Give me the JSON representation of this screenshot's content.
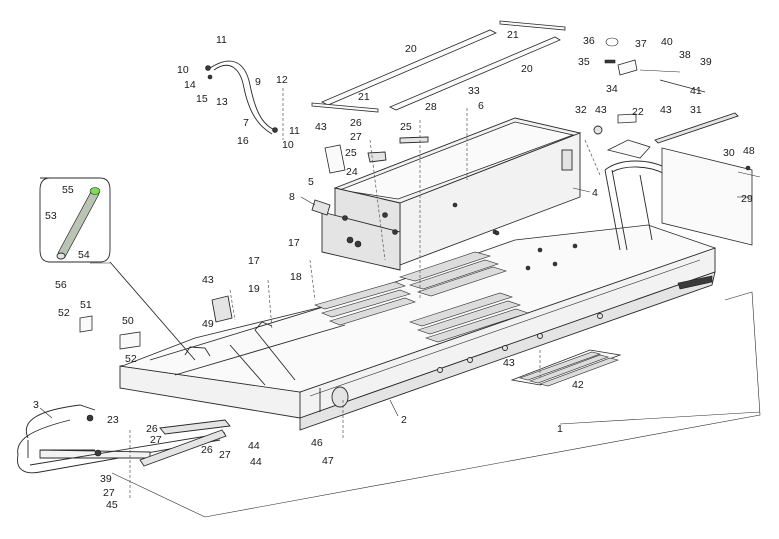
{
  "diagram": {
    "callouts": [
      {
        "id": "c1",
        "text": "1"
      },
      {
        "id": "c2",
        "text": "2"
      },
      {
        "id": "c3",
        "text": "3"
      },
      {
        "id": "c4",
        "text": "4"
      },
      {
        "id": "c5",
        "text": "5"
      },
      {
        "id": "c6",
        "text": "6"
      },
      {
        "id": "c7",
        "text": "7"
      },
      {
        "id": "c8",
        "text": "8"
      },
      {
        "id": "c9",
        "text": "9"
      },
      {
        "id": "c10a",
        "text": "10"
      },
      {
        "id": "c10b",
        "text": "10"
      },
      {
        "id": "c11a",
        "text": "11"
      },
      {
        "id": "c11b",
        "text": "11"
      },
      {
        "id": "c12",
        "text": "12"
      },
      {
        "id": "c13",
        "text": "13"
      },
      {
        "id": "c14",
        "text": "14"
      },
      {
        "id": "c15",
        "text": "15"
      },
      {
        "id": "c16",
        "text": "16"
      },
      {
        "id": "c17a",
        "text": "17"
      },
      {
        "id": "c17b",
        "text": "17"
      },
      {
        "id": "c18",
        "text": "18"
      },
      {
        "id": "c19",
        "text": "19"
      },
      {
        "id": "c20a",
        "text": "20"
      },
      {
        "id": "c20b",
        "text": "20"
      },
      {
        "id": "c21a",
        "text": "21"
      },
      {
        "id": "c21b",
        "text": "21"
      },
      {
        "id": "c22",
        "text": "22"
      },
      {
        "id": "c23",
        "text": "23"
      },
      {
        "id": "c24",
        "text": "24"
      },
      {
        "id": "c25a",
        "text": "25"
      },
      {
        "id": "c25b",
        "text": "25"
      },
      {
        "id": "c26a",
        "text": "26"
      },
      {
        "id": "c26b",
        "text": "26"
      },
      {
        "id": "c26c",
        "text": "26"
      },
      {
        "id": "c27a",
        "text": "27"
      },
      {
        "id": "c27b",
        "text": "27"
      },
      {
        "id": "c27c",
        "text": "27"
      },
      {
        "id": "c27d",
        "text": "27"
      },
      {
        "id": "c28",
        "text": "28"
      },
      {
        "id": "c29",
        "text": "29"
      },
      {
        "id": "c30",
        "text": "30"
      },
      {
        "id": "c31",
        "text": "31"
      },
      {
        "id": "c32",
        "text": "32"
      },
      {
        "id": "c33",
        "text": "33"
      },
      {
        "id": "c34",
        "text": "34"
      },
      {
        "id": "c35",
        "text": "35"
      },
      {
        "id": "c36",
        "text": "36"
      },
      {
        "id": "c37",
        "text": "37"
      },
      {
        "id": "c38",
        "text": "38"
      },
      {
        "id": "c39a",
        "text": "39"
      },
      {
        "id": "c39b",
        "text": "39"
      },
      {
        "id": "c40",
        "text": "40"
      },
      {
        "id": "c41",
        "text": "41"
      },
      {
        "id": "c42",
        "text": "42"
      },
      {
        "id": "c43a",
        "text": "43"
      },
      {
        "id": "c43b",
        "text": "43"
      },
      {
        "id": "c43c",
        "text": "43"
      },
      {
        "id": "c43d",
        "text": "43"
      },
      {
        "id": "c43e",
        "text": "43"
      },
      {
        "id": "c44a",
        "text": "44"
      },
      {
        "id": "c44b",
        "text": "44"
      },
      {
        "id": "c45",
        "text": "45"
      },
      {
        "id": "c46",
        "text": "46"
      },
      {
        "id": "c47",
        "text": "47"
      },
      {
        "id": "c48",
        "text": "48"
      },
      {
        "id": "c49",
        "text": "49"
      },
      {
        "id": "c50",
        "text": "50"
      },
      {
        "id": "c51",
        "text": "51"
      },
      {
        "id": "c52a",
        "text": "52"
      },
      {
        "id": "c52b",
        "text": "52"
      },
      {
        "id": "c53",
        "text": "53"
      },
      {
        "id": "c54",
        "text": "54"
      },
      {
        "id": "c55",
        "text": "55"
      },
      {
        "id": "c56",
        "text": "56"
      }
    ],
    "colors": {
      "line": "#2a2a2a",
      "inset_cap": "#7ed957",
      "inset_tube": "#b9c4b4"
    }
  }
}
